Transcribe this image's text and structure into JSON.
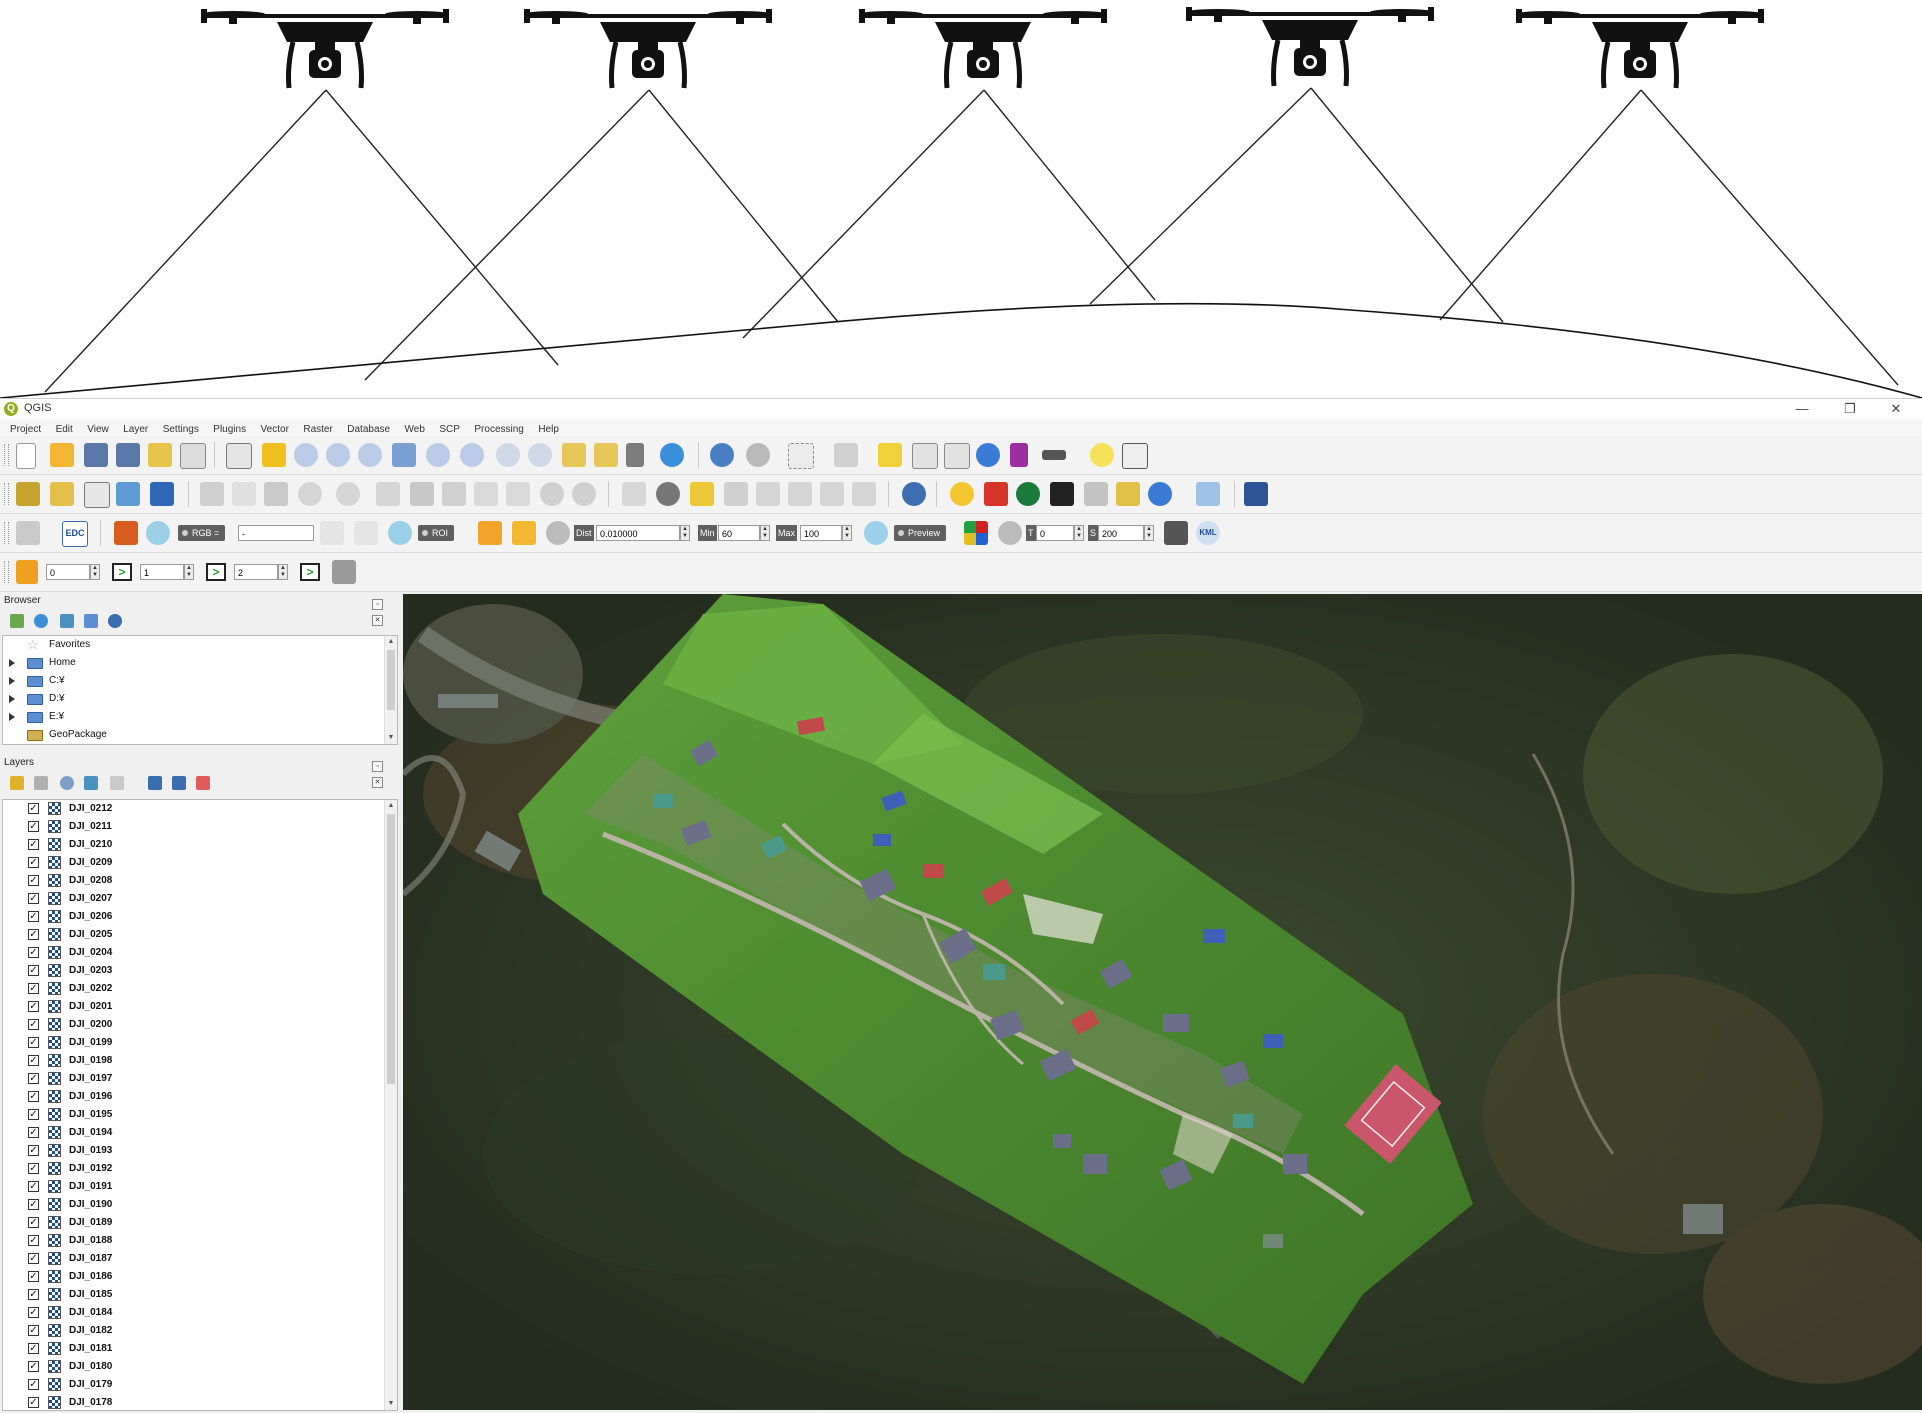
{
  "window": {
    "title": "QGIS",
    "controls": [
      "—",
      "❐",
      "✕"
    ]
  },
  "menu": [
    "Project",
    "Edit",
    "View",
    "Layer",
    "Settings",
    "Plugins",
    "Vector",
    "Raster",
    "Database",
    "Web",
    "SCP",
    "Processing",
    "Help"
  ],
  "toolbar3": {
    "edc_label": "EDC",
    "rgb_label": "RGB =",
    "rgb_value": "-",
    "roi_label": "ROI",
    "dist_label": "Dist",
    "dist_value": "0.010000",
    "min_label": "Min",
    "min_value": "60",
    "max_label": "Max",
    "max_value": "100",
    "preview_label": "Preview",
    "t_label": "T",
    "t_value": "0",
    "s_label": "S",
    "s_value": "200",
    "kml_label": "KML"
  },
  "toolbar4": {
    "field1": "0",
    "field2": "1",
    "field3": "2",
    "go_symbol": ">"
  },
  "browser": {
    "title": "Browser",
    "items": [
      {
        "label": "Favorites",
        "icon": "star-icon"
      },
      {
        "label": "Home",
        "icon": "folder-icon"
      },
      {
        "label": "C:¥",
        "icon": "drive-icon"
      },
      {
        "label": "D:¥",
        "icon": "drive-icon"
      },
      {
        "label": "E:¥",
        "icon": "drive-icon"
      },
      {
        "label": "GeoPackage",
        "icon": "geopackage-icon"
      }
    ]
  },
  "layers": {
    "title": "Layers",
    "items": [
      "DJI_0212",
      "DJI_0211",
      "DJI_0210",
      "DJI_0209",
      "DJI_0208",
      "DJI_0207",
      "DJI_0206",
      "DJI_0205",
      "DJI_0204",
      "DJI_0203",
      "DJI_0202",
      "DJI_0201",
      "DJI_0200",
      "DJI_0199",
      "DJI_0198",
      "DJI_0197",
      "DJI_0196",
      "DJI_0195",
      "DJI_0194",
      "DJI_0193",
      "DJI_0192",
      "DJI_0191",
      "DJI_0190",
      "DJI_0189",
      "DJI_0188",
      "DJI_0187",
      "DJI_0186",
      "DJI_0185",
      "DJI_0184",
      "DJI_0182",
      "DJI_0181",
      "DJI_0180",
      "DJI_0179",
      "DJI_0178"
    ],
    "checked_symbol": "✓"
  },
  "colors": {
    "qgis_green": "#93b023",
    "map_base": "#2f3a27",
    "orthomosaic_green": "#4f8a32"
  }
}
